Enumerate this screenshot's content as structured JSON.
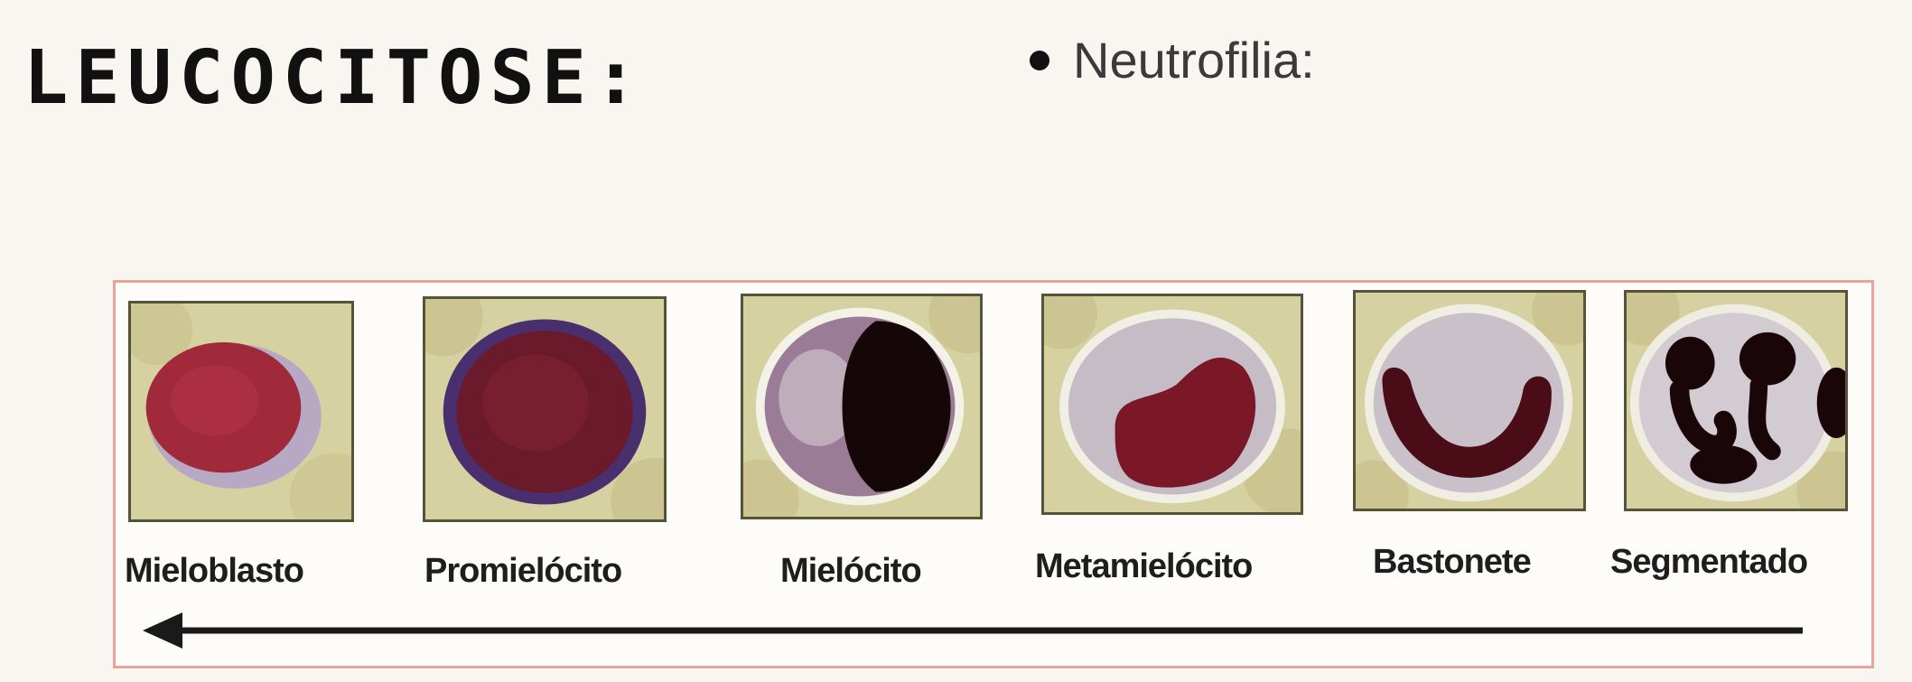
{
  "slide": {
    "title": "LEUCOCITOSE:",
    "bullets": [
      "Neutrofilia:"
    ]
  },
  "figure": {
    "cells": [
      {
        "label": "Mieloblasto",
        "icon": "myeloblast-cell-image"
      },
      {
        "label": "Promielócito",
        "icon": "promyelocyte-cell-image"
      },
      {
        "label": "Mielócito",
        "icon": "myelocyte-cell-image"
      },
      {
        "label": "Metamielócito",
        "icon": "metamyelocyte-cell-image"
      },
      {
        "label": "Bastonete",
        "icon": "band-cell-image"
      },
      {
        "label": "Segmentado",
        "icon": "segmented-neutrophil-image"
      }
    ],
    "arrow_direction": "left",
    "colors": {
      "border": "#e6a59a",
      "card_background": "#d8d2a3",
      "nucleus_red": "#8e1f2a",
      "nucleus_dark": "#240a10",
      "cytoplasm_purple": "#b79ab2"
    }
  }
}
